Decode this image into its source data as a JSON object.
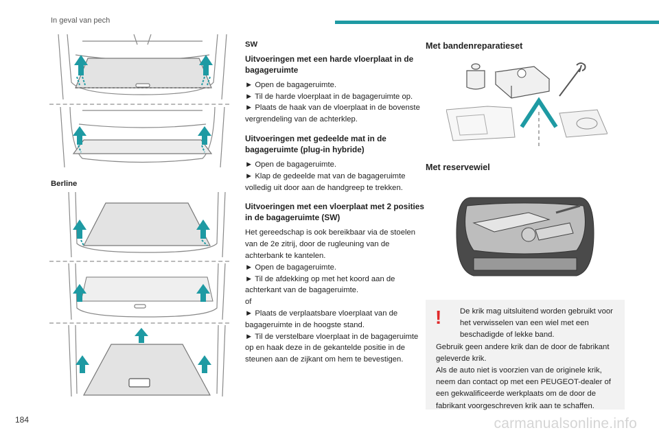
{
  "header": {
    "title": "In geval van pech",
    "accent_color": "#1e9aa3"
  },
  "footer": {
    "page_number": "184",
    "watermark": "carmanualsonline.info"
  },
  "left_column": {
    "berline_label": "Berline"
  },
  "middle_column": {
    "sw_label": "SW",
    "sections": [
      {
        "heading": "Uitvoeringen met een harde vloerplaat in de bagageruimte",
        "lines": [
          "► Open de bagageruimte.",
          "► Til de harde vloerplaat in de bagageruimte op.",
          "► Plaats de haak van de vloerplaat in de bovenste vergrendeling van de achterklep."
        ]
      },
      {
        "heading": "Uitvoeringen met gedeelde mat in de bagageruimte (plug-in hybride)",
        "lines": [
          "► Open de bagageruimte.",
          "► Klap de gedeelde mat van de bagageruimte volledig uit door aan de handgreep te trekken."
        ]
      },
      {
        "heading": "Uitvoeringen met een vloerplaat met 2 posities in de bagageruimte (SW)",
        "lines": [
          "Het gereedschap is ook bereikbaar via de stoelen van de 2e zitrij, door de rugleuning van de achterbank te kantelen.",
          "► Open de bagageruimte.",
          "► Til de afdekking op met het koord aan de achterkant van de bagageruimte.",
          "of",
          "► Plaats de verplaatsbare vloerplaat van de bagageruimte in de hoogste stand.",
          "► Til de verstelbare vloerplaat in de bagageruimte op en haak deze in de gekantelde positie in de steunen aan de zijkant om hem te bevestigen."
        ]
      }
    ]
  },
  "right_column": {
    "heading_repair_kit": "Met bandenreparatieset",
    "heading_spare_wheel": "Met reservewiel",
    "warning": {
      "icon": "exclamation-icon",
      "icon_color": "#e0292a",
      "paragraph1": "De krik mag uitsluitend worden gebruikt voor het verwisselen van een wiel met een beschadigde of lekke band.",
      "paragraph2": "Gebruik geen andere krik dan de door de fabrikant geleverde krik.",
      "paragraph3": "Als de auto niet is voorzien van de originele krik, neem dan contact op met een PEUGEOT-dealer of een gekwalificeerde werkplaats om de door de fabrikant voorgeschreven krik aan te schaffen."
    }
  }
}
